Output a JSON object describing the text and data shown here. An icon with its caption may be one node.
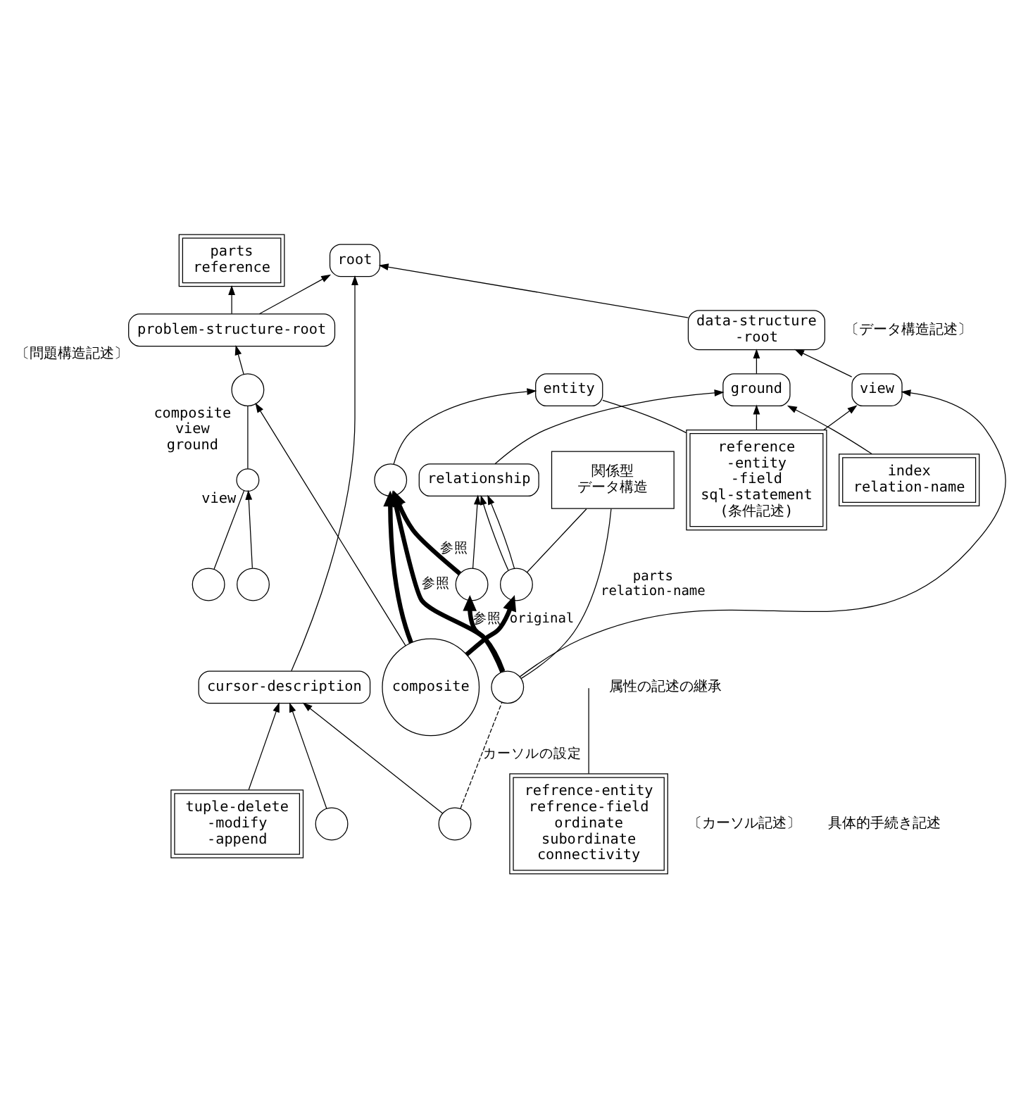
{
  "diagram": {
    "nodes": [
      {
        "text": [
          "root"
        ]
      },
      {
        "text": [
          "cursor-description"
        ]
      },
      {
        "text": [
          "tuple-delete -modify -append"
        ]
      },
      {
        "text": [
          "problem-structure-root"
        ],
        "beside": [
          "〔問題構造記述〕"
        ]
      },
      {
        "text": [
          "parts reference"
        ]
      },
      {
        "text": [
          "index relation-name"
        ]
      },
      {
        "text": [
          "data-structure -root"
        ]
      },
      {
        "text": [],
        "shape": "circle"
      },
      {
        "text": [],
        "shape": "circle"
      },
      {
        "text": [],
        "shape": "circle",
        "beside": [
          "composite view ground"
        ]
      },
      {
        "text": [
          "view"
        ]
      },
      {
        "text": [
          "ground"
        ]
      },
      {
        "text": [
          "reference -entity -field sql-statement (条件記述)"
        ]
      },
      {
        "text": [
          "view"
        ]
      },
      {
        "text": [],
        "shape": "circle"
      },
      {
        "text": [
          "entity"
        ]
      },
      {
        "text": [
          "relationship"
        ]
      },
      {
        "text": [
          "composite"
        ]
      },
      {
        "text": [],
        "shape": "circle"
      },
      {
        "text": [],
        "shape": "circle"
      },
      {
        "text": [],
        "shape": "circle"
      },
      {
        "text": [],
        "shape": "circle"
      },
      {
        "text": [],
        "shape": "circle"
      },
      {
        "text": [
          "関係型",
          "データ構造"
        ]
      },
      {
        "text": [
          "refrence-entity refrence-field ordinate subordinate connectivity"
        ]
      }
    ],
    "edges": [
      {
        "from": 1,
        "to": 0,
        "arrow": "to"
      },
      {
        "from": 3,
        "to": 0,
        "arrow": "to"
      },
      {
        "from": 6,
        "to": 0,
        "arrow": "to"
      },
      {
        "from": 2,
        "to": 1,
        "arrow": "to"
      },
      {
        "from": 3,
        "to": 4,
        "arrow": "to"
      },
      {
        "from": 5,
        "to": 11,
        "arrow": "to"
      },
      {
        "from": 7,
        "to": 1,
        "arrow": "to"
      },
      {
        "from": 8,
        "to": 1,
        "arrow": "to"
      },
      {
        "from": 9,
        "to": 3,
        "arrow": "to"
      },
      {
        "from": 10,
        "to": 6,
        "arrow": "to"
      },
      {
        "from": 11,
        "to": 6,
        "arrow": "to"
      },
      {
        "from": 12,
        "to": 10,
        "arrow": "to"
      },
      {
        "from": 12,
        "to": 11,
        "arrow": "to"
      },
      {
        "from": 12,
        "to": 15,
        "arrow": "none"
      },
      {
        "from": 8,
        "to": 14,
        "arrow": "none",
        "style": "dashed",
        "label": "カーソルの設定"
      },
      {
        "from": 14,
        "to": 10,
        "arrow": "to"
      },
      {
        "from": 16,
        "to": 11,
        "arrow": "to"
      },
      {
        "from": 17,
        "to": 9,
        "arrow": "to"
      },
      {
        "from": 13,
        "to": 9,
        "arrow": "none"
      },
      {
        "from": 18,
        "to": 13,
        "arrow": "to"
      },
      {
        "from": 19,
        "to": 13,
        "arrow": "none"
      },
      {
        "from": 14,
        "to": 20,
        "arrow": "to",
        "style": "thick",
        "label": "参照"
      },
      {
        "from": 14,
        "to": 21,
        "arrow": "to",
        "style": "thick",
        "label": "参照"
      },
      {
        "from": 14,
        "to": 23,
        "arrow": "none",
        "label": "parts relation-name"
      },
      {
        "from": 17,
        "to": 20,
        "arrow": "to",
        "style": "thick"
      },
      {
        "from": 17,
        "to": 22,
        "arrow": "to",
        "style": "thick",
        "label": "original"
      },
      {
        "from": 20,
        "to": 15,
        "arrow": "to"
      },
      {
        "from": 21,
        "to": 16,
        "arrow": "to"
      },
      {
        "from": 22,
        "to": 16,
        "arrow": "to"
      },
      {
        "from": 22,
        "to": 16,
        "arrow": "to"
      },
      {
        "from": 21,
        "to": 20,
        "arrow": "to",
        "style": "thick",
        "label": "参照"
      },
      {
        "from": 22,
        "to": 23,
        "arrow": "none"
      },
      {
        "from": 24,
        "to": null,
        "arrow": "none"
      }
    ],
    "labels": [
      "〔カーソル記述〕",
      "具体的手続き記述",
      "〔データ構造記述〕",
      "属性の記述の継承"
    ]
  }
}
